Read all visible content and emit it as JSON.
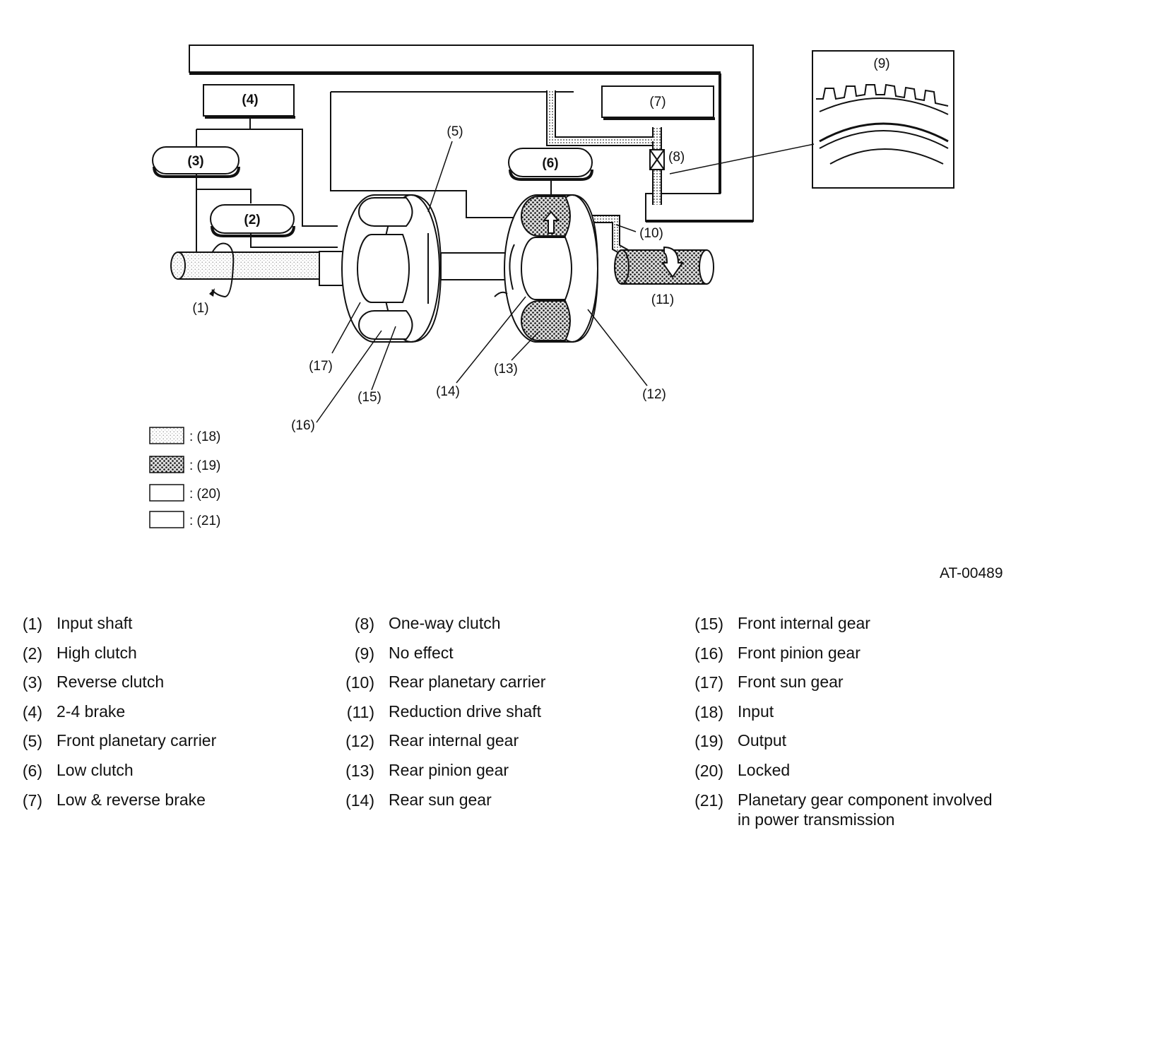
{
  "callouts": {
    "c1": "(1)",
    "c2": "(2)",
    "c3": "(3)",
    "c4": "(4)",
    "c5": "(5)",
    "c6": "(6)",
    "c7": "(7)",
    "c8": "(8)",
    "c9": "(9)",
    "c10": "(10)",
    "c11": "(11)",
    "c12": "(12)",
    "c13": "(13)",
    "c14": "(14)",
    "c15": "(15)",
    "c16": "(16)",
    "c17": "(17)"
  },
  "swatch_legend": [
    {
      "label": ": (18)",
      "pattern": "light-dots"
    },
    {
      "label": ": (19)",
      "pattern": "heavy-dots"
    },
    {
      "label": ": (20)",
      "pattern": "blank"
    },
    {
      "label": ": (21)",
      "pattern": "blank"
    }
  ],
  "figure_code": "AT-00489",
  "legend_columns": [
    [
      {
        "num": "(1)",
        "text": "Input shaft"
      },
      {
        "num": "(2)",
        "text": "High clutch"
      },
      {
        "num": "(3)",
        "text": "Reverse clutch"
      },
      {
        "num": "(4)",
        "text": "2-4 brake"
      },
      {
        "num": "(5)",
        "text": "Front planetary carrier"
      },
      {
        "num": "(6)",
        "text": "Low clutch"
      },
      {
        "num": "(7)",
        "text": "Low & reverse brake"
      }
    ],
    [
      {
        "num": "(8)",
        "text": "One-way clutch"
      },
      {
        "num": "(9)",
        "text": "No effect"
      },
      {
        "num": "(10)",
        "text": "Rear planetary carrier"
      },
      {
        "num": "(11)",
        "text": "Reduction drive shaft"
      },
      {
        "num": "(12)",
        "text": "Rear internal gear"
      },
      {
        "num": "(13)",
        "text": "Rear pinion gear"
      },
      {
        "num": "(14)",
        "text": "Rear sun gear"
      }
    ],
    [
      {
        "num": "(15)",
        "text": "Front internal gear"
      },
      {
        "num": "(16)",
        "text": "Front pinion gear"
      },
      {
        "num": "(17)",
        "text": "Front sun gear"
      },
      {
        "num": "(18)",
        "text": "Input"
      },
      {
        "num": "(19)",
        "text": "Output"
      },
      {
        "num": "(20)",
        "text": "Locked"
      },
      {
        "num": "(21)",
        "text": "Planetary gear component involved in power transmission"
      }
    ]
  ]
}
